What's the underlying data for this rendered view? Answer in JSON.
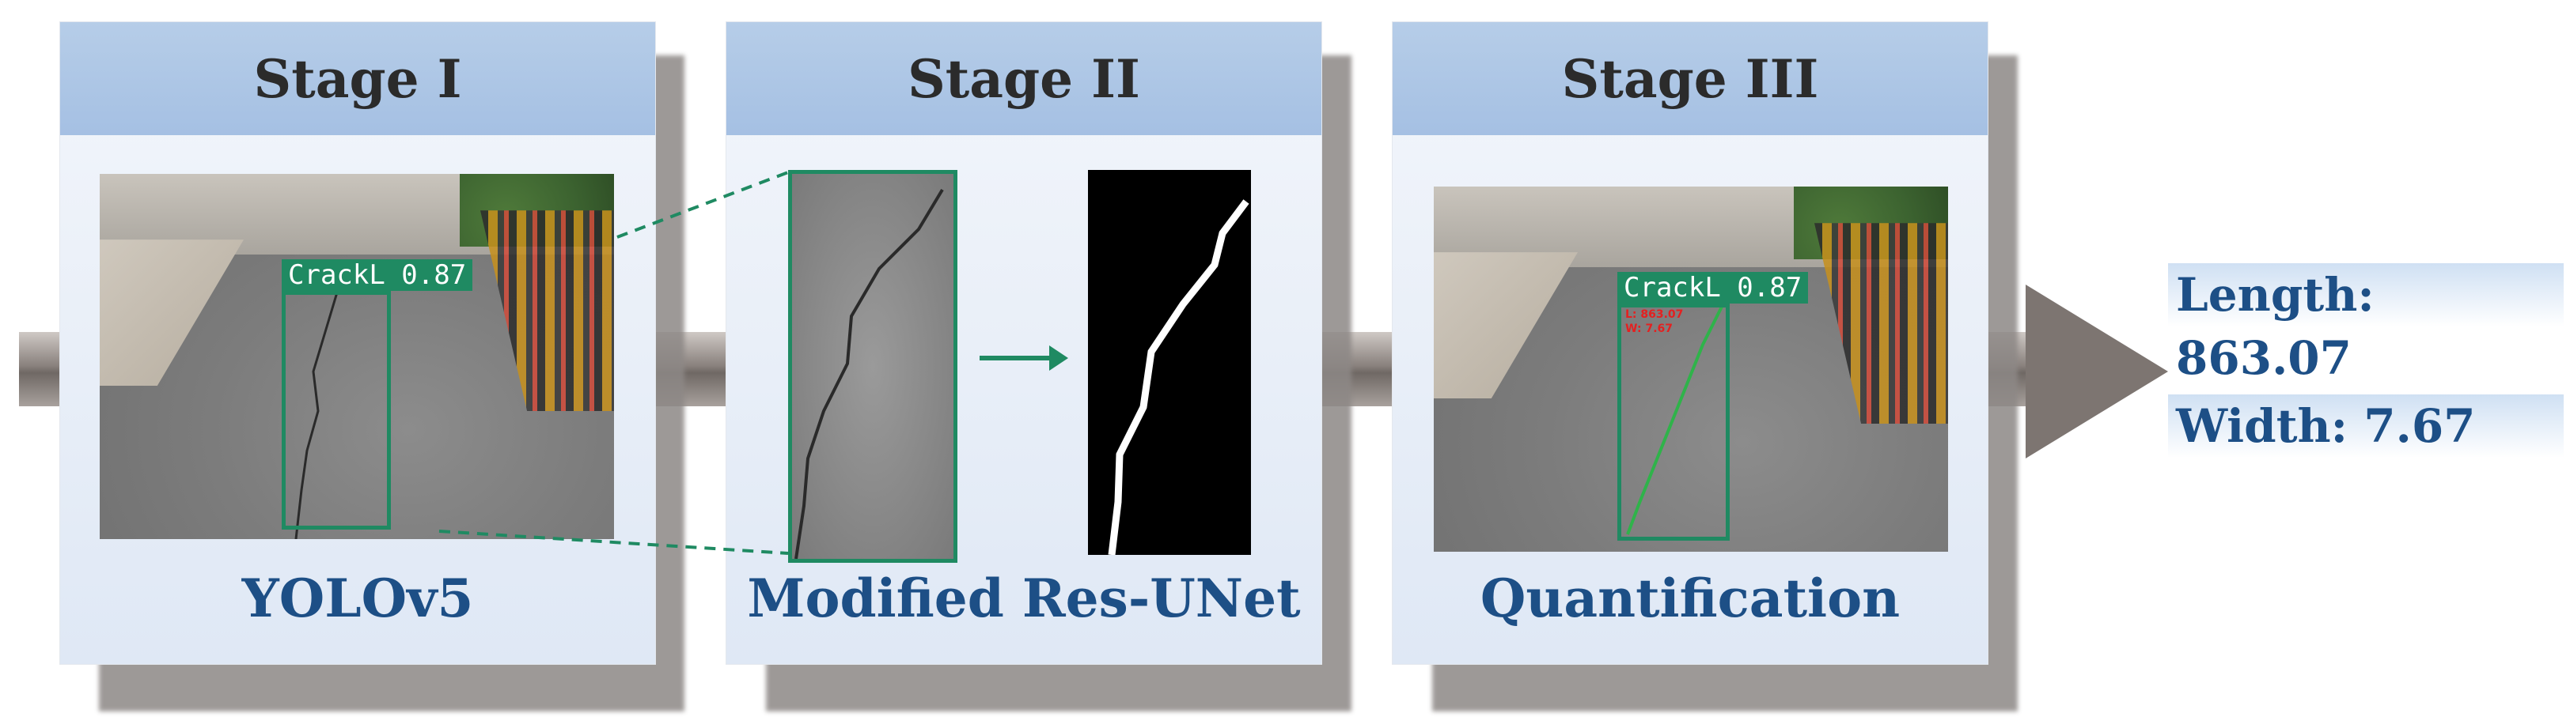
{
  "stages": [
    {
      "title": "Stage I",
      "method": "YOLOv5",
      "detection_label": "CrackL 0.87"
    },
    {
      "title": "Stage II",
      "method": "Modified Res-UNet"
    },
    {
      "title": "Stage III",
      "method": "Quantification",
      "detection_label": "CrackL 0.87",
      "overlay_length": "L: 863.07",
      "overlay_width": "W: 7.67"
    }
  ],
  "results": {
    "length": "Length: 863.07",
    "width": "Width: 7.67"
  },
  "colors": {
    "header": "#a9c3e5",
    "method_text": "#1d4f86",
    "detection_box": "#1f8a62",
    "arrow": "#7d7571"
  }
}
